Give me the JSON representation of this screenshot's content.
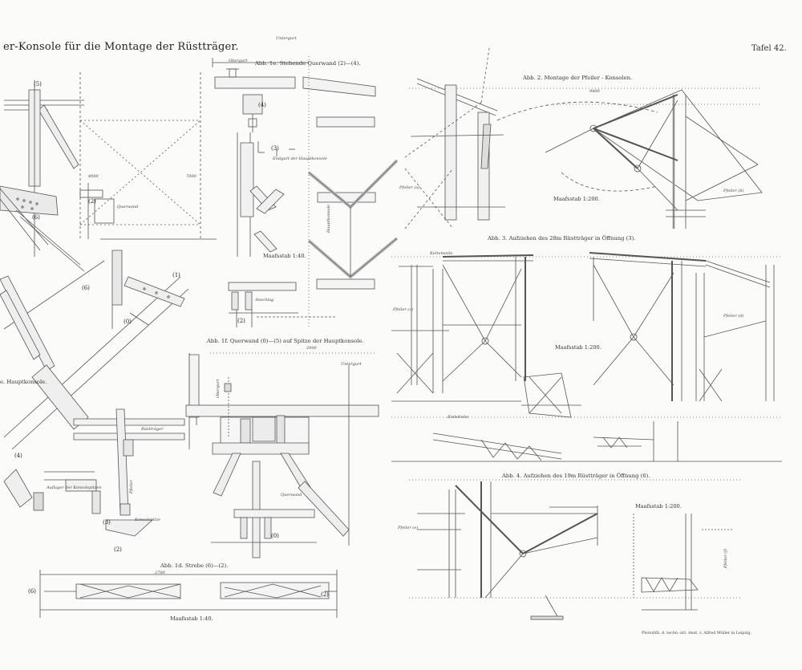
{
  "plate": {
    "title": "er-Konsole für die Montage der Rüstträger.",
    "number": "Tafel 42.",
    "imprint": "Photolith. d. techn.-art. Anst. v. Alfred Müller in Leipzig."
  },
  "figures": {
    "abb_1e": "Abb. 1e. Stehende Querwand (2)—(4).",
    "abb_1f": "Abb. 1f. Querwand (0)—(5) auf Spitze der Hauptkonsole.",
    "abb_1d": "Abb. 1d. Strebe (6)—(2).",
    "abb_2": "Abb. 2. Montage der Pfeiler - Konsolen.",
    "abb_3": "Abb. 3. Aufziehen des 28m Rüstträger in Öffnung (3).",
    "abb_4": "Abb. 4. Aufziehen des 19m Rüstträger in Öffnung (6)."
  },
  "scales": {
    "s_1_40_top": "Maafsstab 1:40.",
    "s_1_40_bottom": "Maafsstab 1:40.",
    "s_fig2": "Maafsstab 1:200.",
    "s_fig3": "Maafsstab 1:200.",
    "s_fig4": "Maafsstab 1:200."
  },
  "labels": {
    "hauptkonsole": "e. Hauptkonsole.",
    "querwand_a": "Querwand",
    "querwand_b": "Querwand",
    "hauptkonsole_rot": "Hauptkonsole",
    "rusttrager": "Rüstträger",
    "pfeiler": "Pfeiler",
    "auflager": "Auflager der Konsolspitzen",
    "konsolspitze": "Konsolspitze",
    "untergurt_top": "Untergurt",
    "obergurt_top": "Obergurt",
    "untergurt_f": "Untergurt",
    "obergurt_f": "Obergurt",
    "anschlag": "Anschlag",
    "endgurt": "Endgurt der Hauptkonsole",
    "pfeiler_fig2": "Pfeiler (a)",
    "pfeiler_fig2b": "Pfeiler (b)",
    "pfeiler_fig3": "Pfeiler (c)",
    "pfeiler_fig3b": "Pfeiler (d)",
    "pfeiler_fig4": "Pfeiler (e)",
    "pfeiler_fig4b": "Pfeiler (f)",
    "kettenseile": "Kettenseile",
    "endstrebe": "Endstrebe",
    "dim_9400": "9400",
    "dim_4000": "4000",
    "dim_7000": "7000",
    "dim_2000": "2000",
    "dim_2700": "2700"
  },
  "nodes": [
    "(5)",
    "(4)",
    "(3)",
    "(2)",
    "(1)",
    "(0)",
    "(6)",
    "(6)",
    "(4)",
    "(2)",
    "(3)",
    "(0)",
    "(2)",
    "(6)",
    "(2)"
  ]
}
